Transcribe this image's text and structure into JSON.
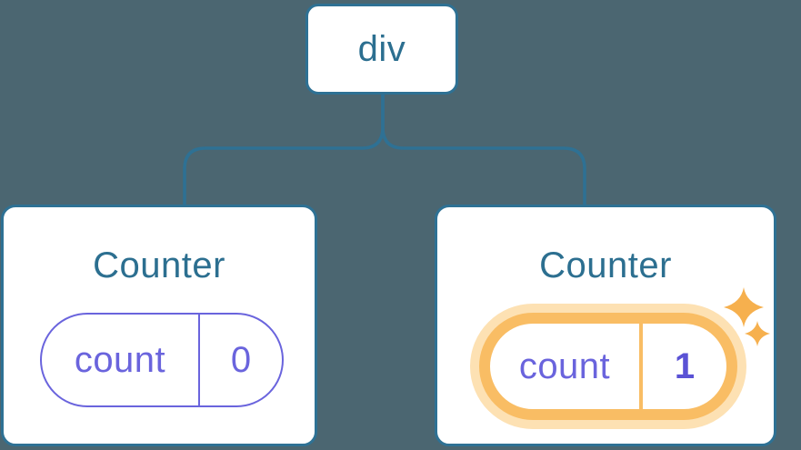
{
  "colors": {
    "bg": "#4b6671",
    "line-blue": "#2e7194",
    "text-blue": "#2c6f90",
    "purple": "#6a64dd",
    "purple-bold": "#5a52d5",
    "orange": "#f9bd64",
    "orange-glow": "#fde1b3",
    "sparkle": "#f6b04e",
    "card-bg": "#ffffff"
  },
  "tree": {
    "root": {
      "label": "div"
    },
    "children": [
      {
        "title": "Counter",
        "state": {
          "name": "count",
          "value": "0"
        },
        "highlighted": false
      },
      {
        "title": "Counter",
        "state": {
          "name": "count",
          "value": "1"
        },
        "highlighted": true
      }
    ]
  },
  "icons": {
    "sparkles": "sparkles-icon"
  }
}
